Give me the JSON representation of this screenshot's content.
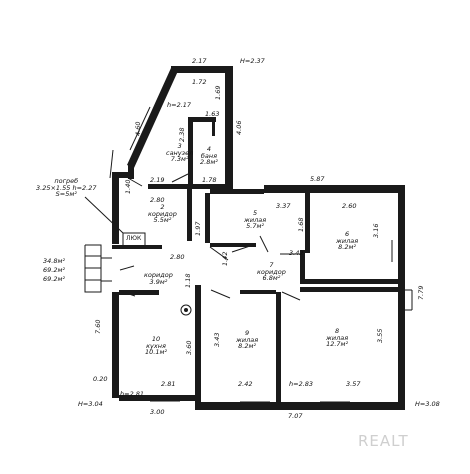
{
  "rooms": [
    {
      "id": "r1",
      "num": "",
      "name": "",
      "area": ""
    },
    {
      "id": "r2",
      "num": "2",
      "name": "коридор",
      "area": "5.5м²"
    },
    {
      "id": "r3",
      "num": "3",
      "name": "санузел",
      "area": "7.3м²"
    },
    {
      "id": "r4",
      "num": "4",
      "name": "баня",
      "area": "2.8м²"
    },
    {
      "id": "r5",
      "num": "5",
      "name": "жилая",
      "area": "5.7м²"
    },
    {
      "id": "r6",
      "num": "6",
      "name": "жилая",
      "area": "8.2м²"
    },
    {
      "id": "r7",
      "num": "7",
      "name": "коридор",
      "area": "6.8м²"
    },
    {
      "id": "r8",
      "num": "8",
      "name": "жилая",
      "area": "12.7м²"
    },
    {
      "id": "r9",
      "num": "9",
      "name": "жилая",
      "area": "8.2м²"
    },
    {
      "id": "r10",
      "num": "10",
      "name": "кухня",
      "area": "10.1м²"
    },
    {
      "id": "r11",
      "num": "",
      "name": "коридор",
      "area": "3.9м²"
    }
  ],
  "dims": {
    "d217": "2.17",
    "d172": "1.72",
    "dH237": "H=2.37",
    "d460": "4.60",
    "dh217": "h=2.17",
    "d169": "1.69",
    "d163": "1.63",
    "d238": "2.38",
    "d406": "4.06",
    "d219": "2.19",
    "d178": "1.78",
    "d380": "2.80",
    "d587": "5.87",
    "d337": "3.37",
    "d260": "2.60",
    "d197": "1.97",
    "d168": "1.68",
    "d316": "3.16",
    "d280b": "2.80",
    "d142": "1.42",
    "d342": "3.42",
    "d779": "7.79",
    "d118": "1.18",
    "d760": "7.60",
    "d343": "3.43",
    "d360": "3.60",
    "d355": "3.55",
    "d020": "0.20",
    "dh281": "h=2.81",
    "d281": "2.81",
    "d242": "2.42",
    "dh283": "h=2.83",
    "d357": "3.57",
    "dH304": "H=3.04",
    "d300": "3.00",
    "d707": "7.07",
    "dH308": "H=3.08",
    "d140": "1.40"
  },
  "cellar": {
    "line1": "погреб",
    "line2": "3.25×1.55 h=2.27",
    "line3": "S=5м²",
    "hatch": "ЛЮК"
  },
  "areas": {
    "a1": "34.8м²",
    "a2": "69.2м²",
    "a3": "69.2м²"
  },
  "watermark": "REALT"
}
